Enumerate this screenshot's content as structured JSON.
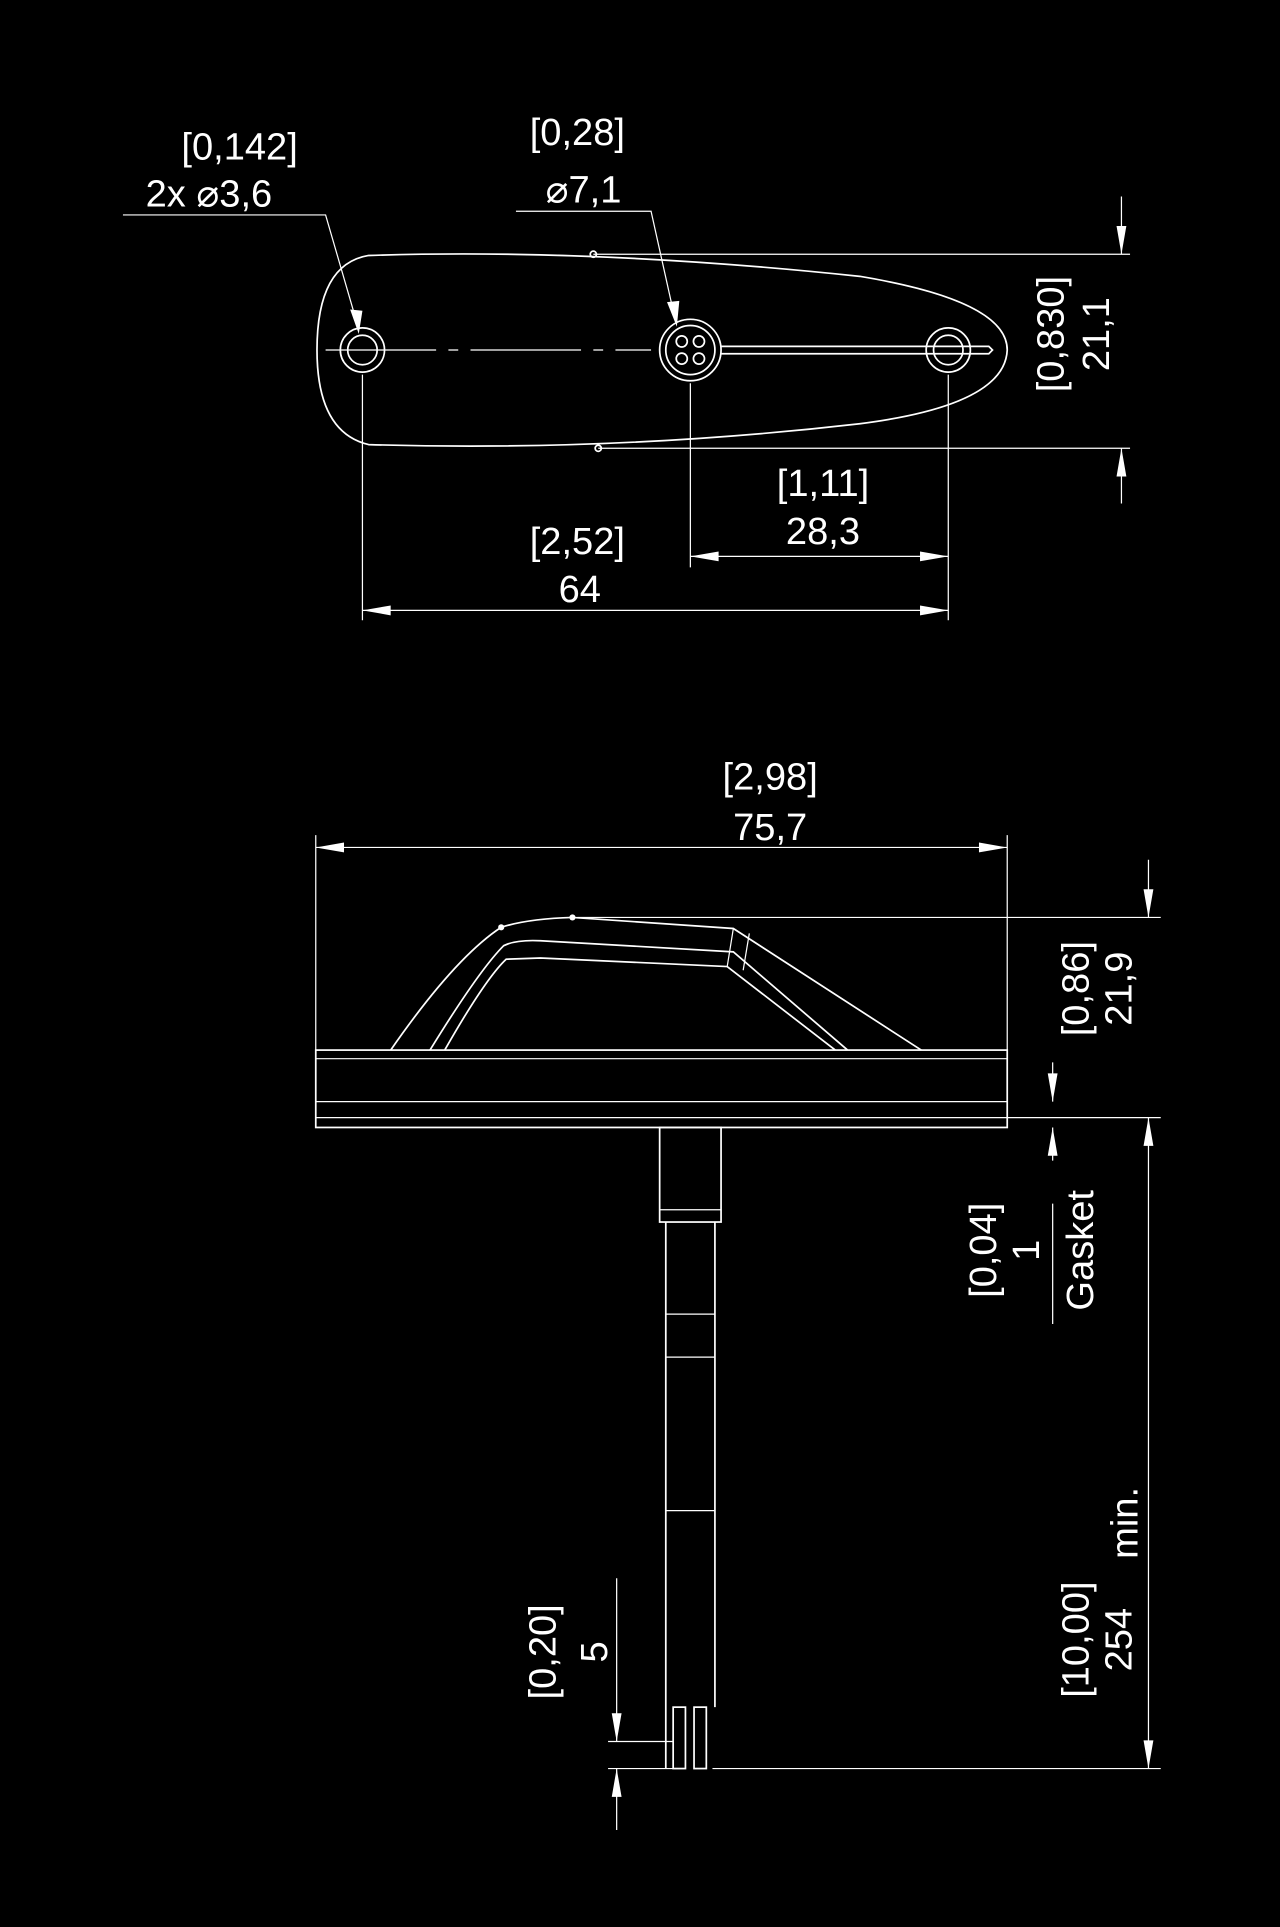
{
  "top_view": {
    "hole_dim_inch": "[0,142]",
    "hole_dim_mm": "2x  ⌀3,6",
    "connector_dim_inch": "[0,28]",
    "connector_dim_mm": "⌀7,1",
    "height_inch": "[0,830]",
    "height_mm": "21,1",
    "offset_inch": "[1,11]",
    "offset_mm": "28,3",
    "spacing_inch": "[2,52]",
    "spacing_mm": "64"
  },
  "side_view": {
    "width_inch": "[2,98]",
    "width_mm": "75,7",
    "height_inch": "[0,86]",
    "height_mm": "21,9",
    "gasket_inch": "[0,04]",
    "gasket_mm": "1",
    "gasket_label": "Gasket",
    "cable_inch": "[10,00]",
    "cable_mm": "254",
    "cable_min": "min.",
    "wire_inch": "[0,20]",
    "wire_mm": "5"
  }
}
